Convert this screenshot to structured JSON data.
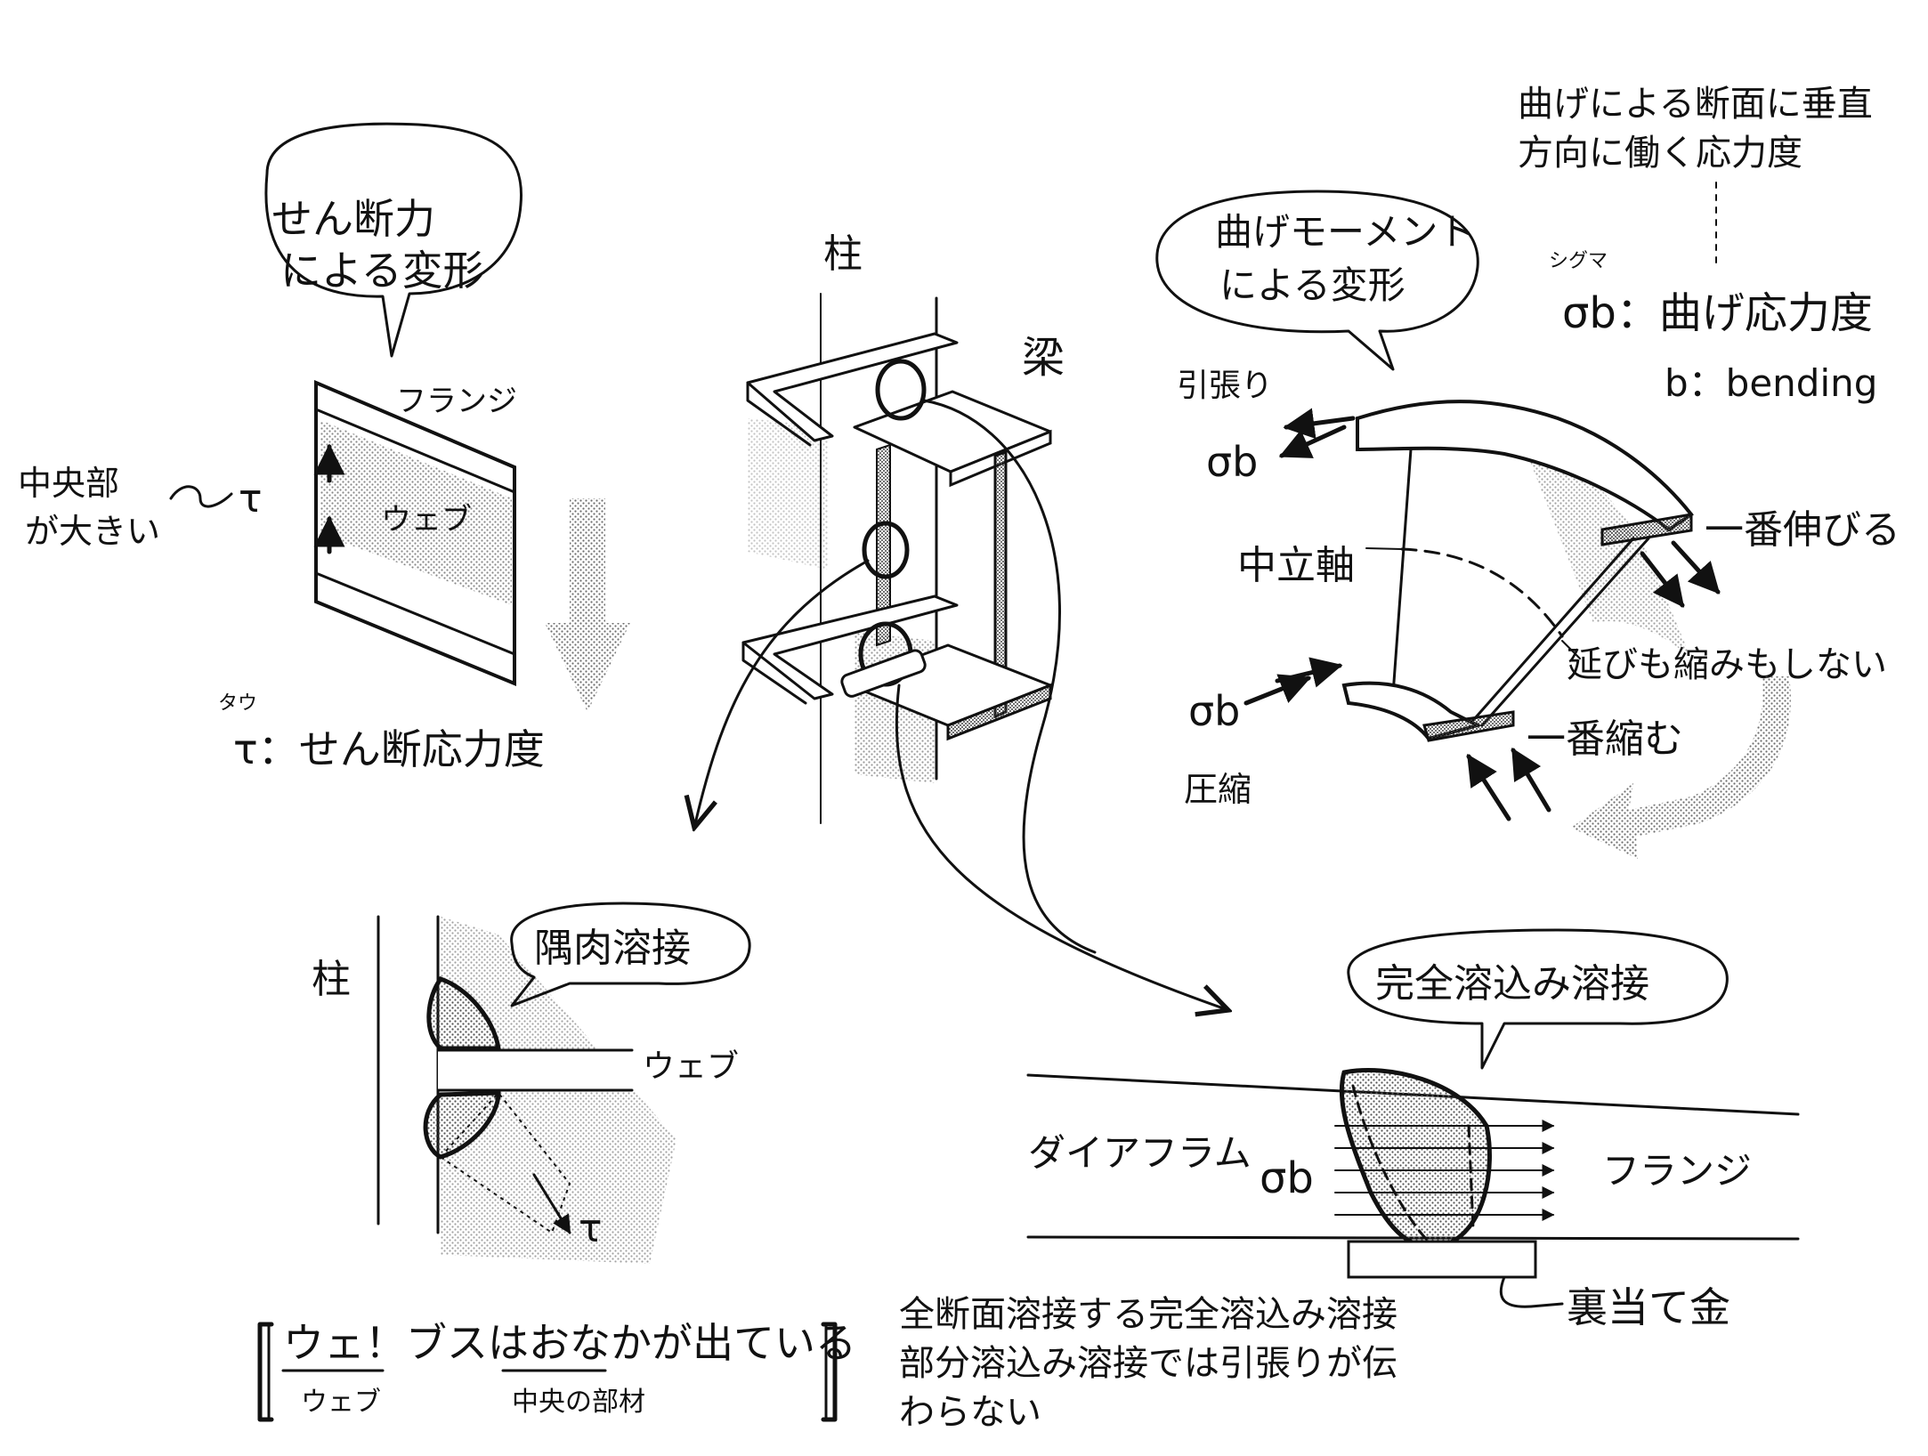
{
  "shear": {
    "bubble": [
      "せん断力",
      "による変形"
    ],
    "flange": "フランジ",
    "web": "ウェブ",
    "center_note": [
      "中央部",
      "が大きい"
    ],
    "tau": "τ",
    "tau_ruby": "タウ",
    "stress_label": "τ：せん断応力度"
  },
  "iso": {
    "column": "柱",
    "beam": "梁"
  },
  "moment": {
    "note": [
      "曲げによる断面に垂直",
      "方向に働く応力度"
    ],
    "bubble": [
      "曲げモーメント",
      "による変形"
    ],
    "sigma_ruby": "シグマ",
    "sigma_b": "σb",
    "sigma_def": "σb：曲げ応力度",
    "b_def": "b：bending",
    "tension": "引張り",
    "compression": "圧縮",
    "neutral_axis": "中立軸",
    "most_stretch": "一番伸びる",
    "most_shrink": "一番縮む",
    "no_change": "延びも縮みもしない"
  },
  "fillet": {
    "bubble": "隅肉溶接",
    "column": "柱",
    "web": "ウェブ",
    "tau": "τ"
  },
  "full_pen": {
    "bubble": "完全溶込み溶接",
    "diaphragm": "ダイアフラム",
    "flange": "フランジ",
    "sigma_b": "σb",
    "backing": "裏当て金"
  },
  "mnemonic": {
    "main": "ウェ！ブスはおなかが出ている",
    "sub_web": "ウェブ",
    "sub_center": "中央の部材"
  },
  "footnote": [
    "全断面溶接する完全溶込み溶接",
    "部分溶込み溶接では引張りが伝",
    "わらない"
  ]
}
